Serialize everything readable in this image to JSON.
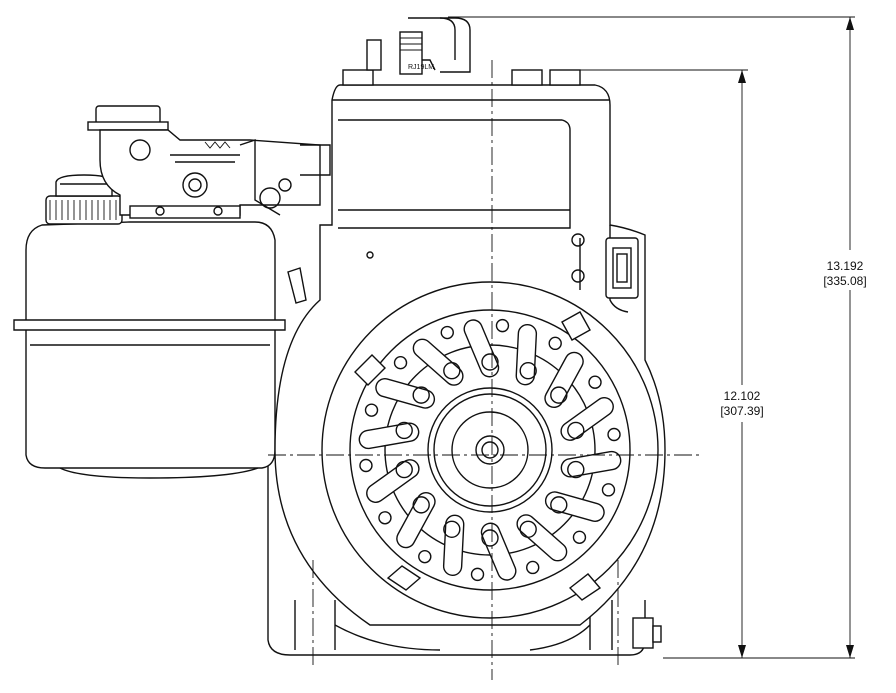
{
  "dimensions": {
    "overall_height": {
      "value": "13.192",
      "metric": "[335.08]"
    },
    "block_height": {
      "value": "12.102",
      "metric": "[307.39]"
    }
  },
  "spark_plug_label": "RJ19LM"
}
